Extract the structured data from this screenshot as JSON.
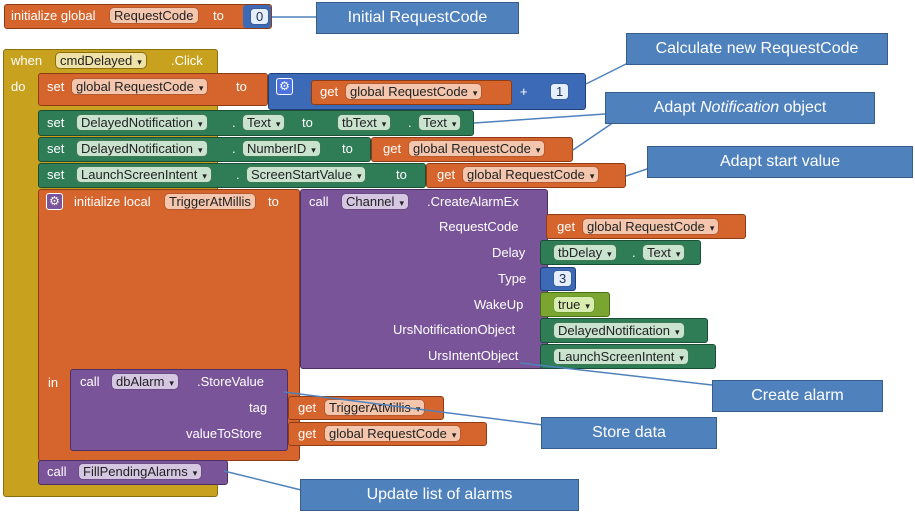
{
  "global_init": {
    "initialize_label": "initialize global",
    "var_name": "RequestCode",
    "to_label": "to",
    "value": "0"
  },
  "event": {
    "when_label": "when",
    "component": "cmdDelayed",
    "event_name": ".Click",
    "do_label": "do"
  },
  "set1": {
    "set_label": "set",
    "var": "global RequestCode",
    "to_label": "to",
    "get_label": "get",
    "get_var": "global RequestCode",
    "plus": "+",
    "value": "1"
  },
  "set2": {
    "set_label": "set",
    "component": "DelayedNotification",
    "dot": ".",
    "property": "Text",
    "to_label": "to",
    "src_component": "tbText",
    "src_property": "Text"
  },
  "set3": {
    "set_label": "set",
    "component": "DelayedNotification",
    "dot": ".",
    "property": "NumberID",
    "to_label": "to",
    "get_label": "get",
    "get_var": "global RequestCode"
  },
  "set4": {
    "set_label": "set",
    "component": "LaunchScreenIntent",
    "dot": ".",
    "property": "ScreenStartValue",
    "to_label": "to",
    "get_label": "get",
    "get_var": "global RequestCode"
  },
  "local": {
    "initialize_label": "initialize local",
    "var_name": "TriggerAtMillis",
    "to_label": "to",
    "in_label": "in"
  },
  "alarm_call": {
    "call_label": "call",
    "component": "Channel",
    "method": ".CreateAlarmEx",
    "params": {
      "request_code": {
        "label": "RequestCode",
        "get_label": "get",
        "value": "global RequestCode"
      },
      "delay": {
        "label": "Delay",
        "component": "tbDelay",
        "dot": ".",
        "property": "Text"
      },
      "type": {
        "label": "Type",
        "value": "3"
      },
      "wakeup": {
        "label": "WakeUp",
        "value": "true"
      },
      "notification": {
        "label": "UrsNotificationObject",
        "value": "DelayedNotification"
      },
      "intent": {
        "label": "UrsIntentObject",
        "value": "LaunchScreenIntent"
      }
    }
  },
  "store_call": {
    "call_label": "call",
    "component": "dbAlarm",
    "method": ".StoreValue",
    "tag_label": "tag",
    "get_label": "get",
    "tag_value": "TriggerAtMillis",
    "value_label": "valueToStore",
    "value_get_label": "get",
    "value_value": "global RequestCode"
  },
  "fill_call": {
    "call_label": "call",
    "procedure": "FillPendingAlarms"
  },
  "callouts": {
    "initial": "Initial RequestCode",
    "calculate": "Calculate new RequestCode",
    "adapt_prefix": "Adapt ",
    "adapt_italic": "Notification",
    "adapt_suffix": " object",
    "start_value": "Adapt start value",
    "create_alarm": "Create alarm",
    "store_data": "Store data",
    "update_list": "Update list of alarms"
  },
  "dropdown_glyph": "▾",
  "colors": {
    "event": "#c8a21f",
    "variable": "#d6652d",
    "component": "#2f7d57",
    "call": "#7a5499",
    "math": "#3d6ab6",
    "logic": "#7aa530",
    "callout": "#4f81bd"
  }
}
